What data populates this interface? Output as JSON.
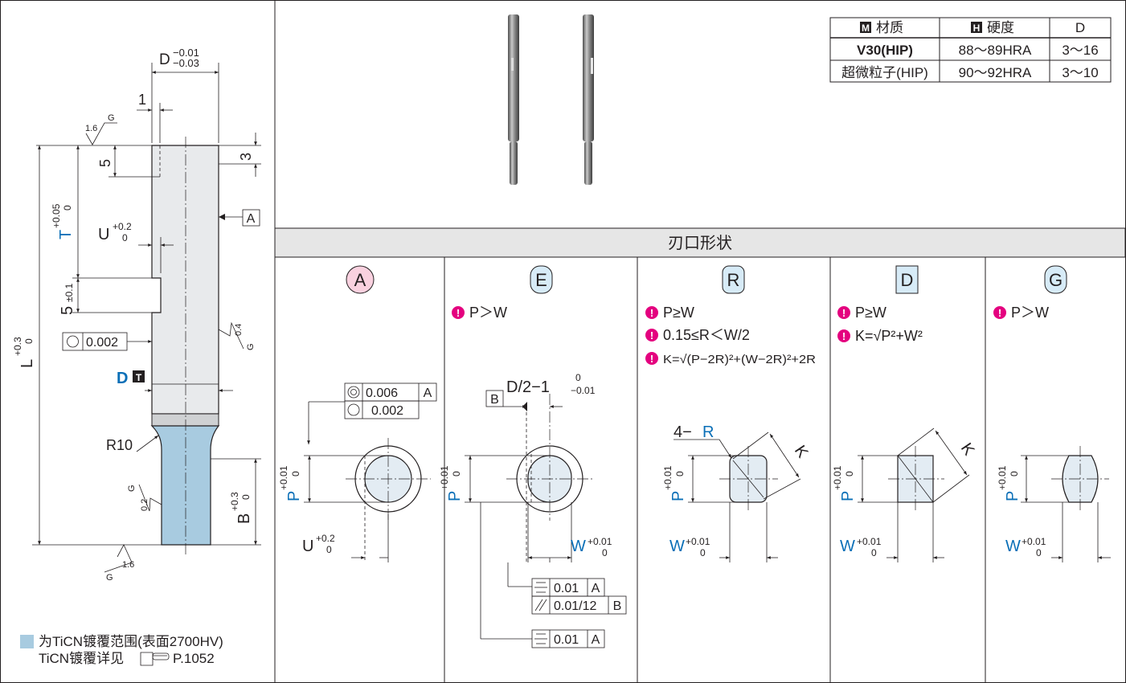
{
  "table": {
    "headers": {
      "material": "材质",
      "material_icon": "M",
      "hardness": "硬度",
      "hardness_icon": "H",
      "d": "D"
    },
    "rows": [
      {
        "material": "V30(HIP)",
        "hardness": "88～89HRA",
        "d": "3～16"
      },
      {
        "material": "超微粒子(HIP)",
        "hardness": "90～92HRA",
        "d": "3～10"
      }
    ]
  },
  "section_title": "刃口形状",
  "shapes": [
    {
      "letter": "A",
      "notes": []
    },
    {
      "letter": "E",
      "notes": [
        "P＞W"
      ]
    },
    {
      "letter": "R",
      "notes": [
        "P≥W",
        "0.15≤R＜W/2",
        "K=√(P−2R)²+(W−2R)²+2R"
      ]
    },
    {
      "letter": "D",
      "notes": [
        "P≥W",
        "K=√P²+W²"
      ]
    },
    {
      "letter": "G",
      "notes": [
        "P＞W"
      ]
    }
  ],
  "left_drawing": {
    "dim_D": "D",
    "dim_D_tol_upper": "−0.01",
    "dim_D_tol_lower": "−0.03",
    "dim_1": "1",
    "rough_top": "1.6",
    "rough_top_g": "G",
    "dim_3": "3",
    "dim_5": "5",
    "dim_T": "T",
    "dim_T_tol": "+0.05",
    "dim_T_tol0": "0",
    "dim_U": "U",
    "dim_U_tol": "+0.2",
    "dim_U_tol0": "0",
    "datum_A": "A",
    "dim_5pm": "5",
    "dim_5pm_tol": "±0.1",
    "rough_side": "0.4",
    "rough_side_g": "G",
    "round_tol": "0.002",
    "dim_L": "L",
    "dim_L_tol": "+0.3",
    "dim_L_tol0": "0",
    "d_label": "D",
    "d_icon": "T",
    "r10": "R10",
    "rough_tip": "0.2",
    "rough_tip_g": "G",
    "dim_B": "B",
    "dim_B_tol": "+0.3",
    "dim_B_tol0": "0",
    "rough_bot": "1.6",
    "rough_bot_g": "G"
  },
  "legend": {
    "line1": "为TiCN镀覆范围(表面2700HV)",
    "line2": "TiCN镀覆详见",
    "page_ref": "P.1052"
  },
  "shape_dims": {
    "P": "P",
    "P_tol": "+0.01",
    "P_tol0": "0",
    "W": "W",
    "W_tol": "+0.01",
    "W_tol0": "0",
    "U": "U",
    "U_tol": "+0.2",
    "U_tol0": "0",
    "coax": "0.006",
    "coax_ref": "A",
    "circ": "0.002",
    "D2": "D/2−1",
    "D2_tol_u": "0",
    "D2_tol_l": "−0.01",
    "datum_B": "B",
    "sym1": "0.01",
    "sym1_ref": "A",
    "par": "0.01/12",
    "par_ref": "B",
    "sym2": "0.01",
    "sym2_ref": "A",
    "R_prefix": "4−",
    "R": "R",
    "K": "K"
  },
  "colors": {
    "coating": "#a8cbe0",
    "letter_pink": "#f9d1df",
    "letter_blue": "#d7ebf7",
    "accent_blue": "#0a6fb7",
    "magenta": "#e4007f"
  }
}
